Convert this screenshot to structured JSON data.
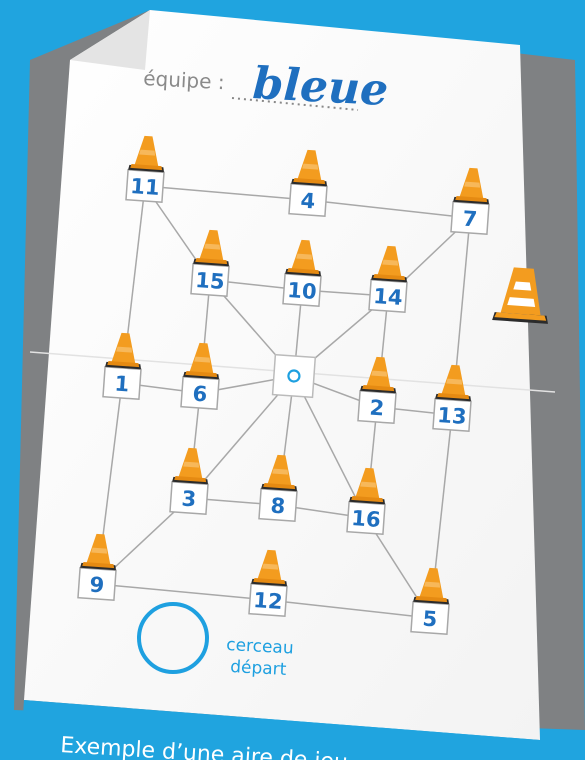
{
  "header": {
    "label": "équipe :",
    "team": "bleue"
  },
  "grid": {
    "cones": [
      {
        "number": "11"
      },
      {
        "number": "4"
      },
      {
        "number": "7"
      },
      {
        "number": "15"
      },
      {
        "number": "10"
      },
      {
        "number": "14"
      },
      {
        "number": "1"
      },
      {
        "number": "6"
      },
      {
        "number": "2"
      },
      {
        "number": "13"
      },
      {
        "number": "3"
      },
      {
        "number": "8"
      },
      {
        "number": "16"
      },
      {
        "number": "9"
      },
      {
        "number": "12"
      },
      {
        "number": "5"
      }
    ],
    "center_marker": "o"
  },
  "legend": {
    "hoop_label_line1": "cerceau",
    "hoop_label_line2": "départ"
  },
  "footer": {
    "caption": "Exemple d’une aire de jeu"
  },
  "colors": {
    "background": "#20a4df",
    "ink_blue": "#1f6fbf",
    "cone_orange": "#f39c1f",
    "cone_dark": "#2b2b2b",
    "hoop_blue": "#1ea0e0",
    "caption_band": "#20a4df"
  }
}
